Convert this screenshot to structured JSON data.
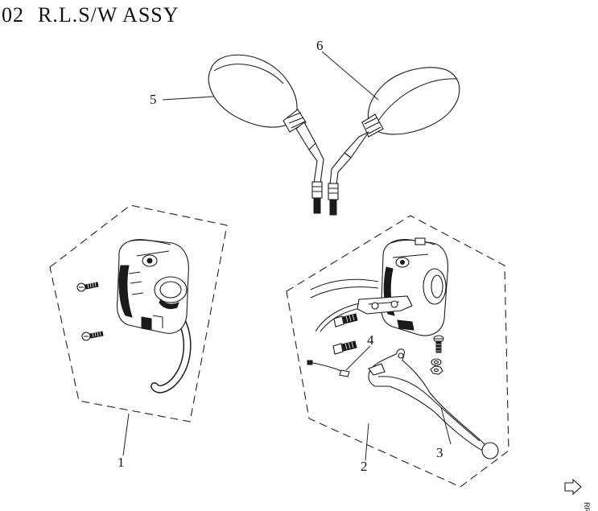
{
  "diagram": {
    "page_number": "02",
    "title": "R.L.S/W ASSY",
    "callouts": [
      "1",
      "2",
      "3",
      "4",
      "5",
      "6"
    ],
    "direction_marker": {
      "label": "RR.",
      "icon": "hollow-arrow-icon"
    }
  }
}
